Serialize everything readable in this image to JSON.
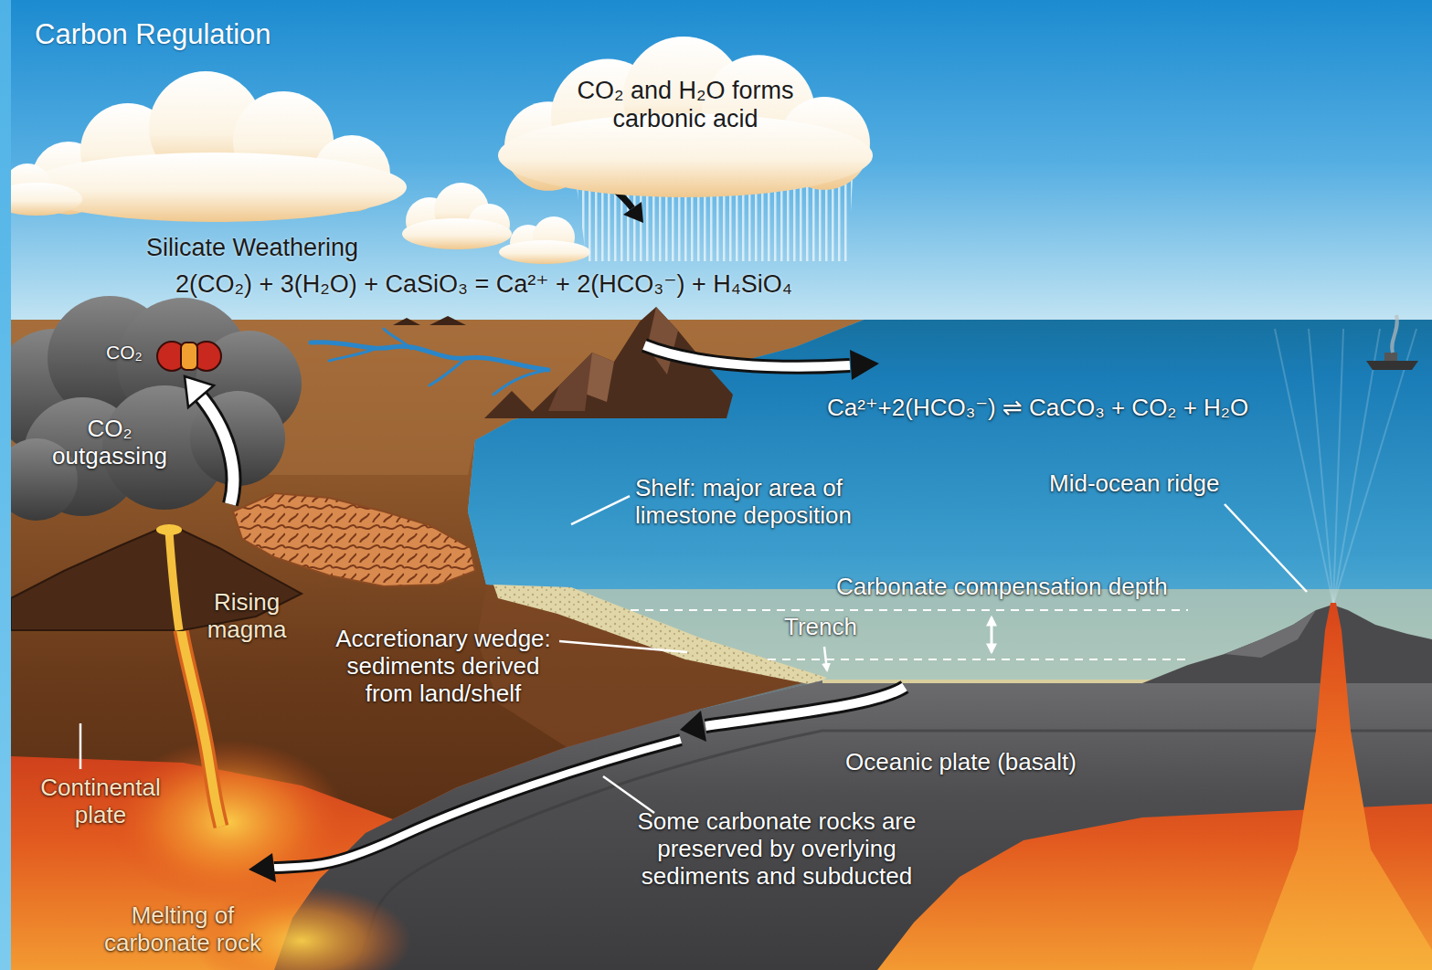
{
  "diagram": {
    "title": "Carbon Regulation",
    "nodes": [
      {
        "text": [
          "CO₂ and H₂O forms carbonic acid"
        ]
      }
    ],
    "labels": [
      "Silicate Weathering",
      "2(CO₂) + 3(H₂O) + CaSiO₃ = Ca²⁺ + 2(HCO₃⁻) + H₄SiO₄",
      "CO₂",
      "CO₂ outgassing",
      "Ca²⁺+2(HCO₃⁻) ⇌ CaCO₃ + CO₂ + H₂O",
      "Shelf: major area of limestone deposition",
      "Mid-ocean ridge",
      "Carbonate compensation depth",
      "Trench",
      "Rising magma",
      "Accretionary wedge: sediments derived from land/shelf",
      "Continental plate",
      "Oceanic plate (basalt)",
      "Some carbonate rocks are preserved by overlying sediments and subducted",
      "Melting of carbonate rock"
    ]
  }
}
